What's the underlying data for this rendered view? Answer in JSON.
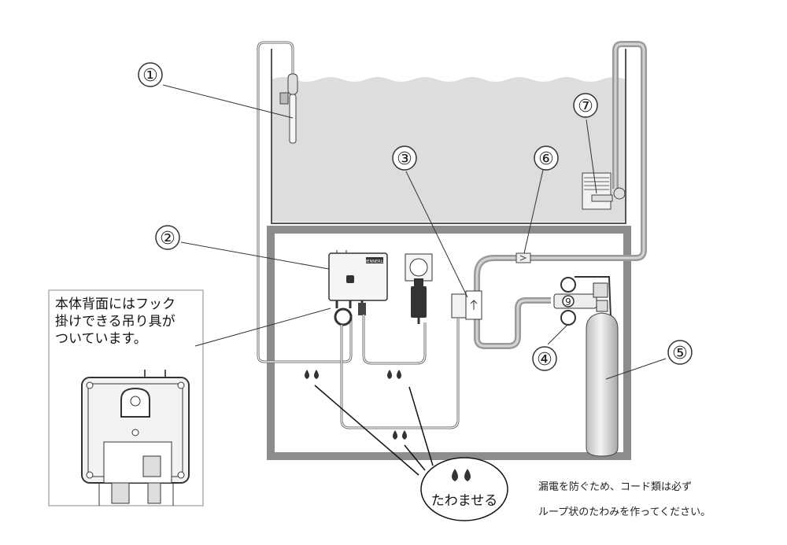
{
  "labels": {
    "n1": "①",
    "n2": "②",
    "n3": "③",
    "n4": "④",
    "n5": "⑤",
    "n6": "⑥",
    "n7": "⑦"
  },
  "inset": {
    "line1": "本体背面にはフック",
    "line2": "掛けできる吊り具が",
    "line3": "ついています。"
  },
  "bubble": {
    "label": "たわませる"
  },
  "note": {
    "line1": "漏電を防ぐため、コード類は必ず",
    "line2": "ループ状のたわみを作ってください。"
  },
  "device": {
    "logo": "DENNERLE"
  },
  "regulator": {
    "dial_label": "9"
  },
  "colors": {
    "water": "#dcdddd",
    "cabinet_frame": "#8c8c8c",
    "tube": "#999999",
    "line": "#333333"
  }
}
